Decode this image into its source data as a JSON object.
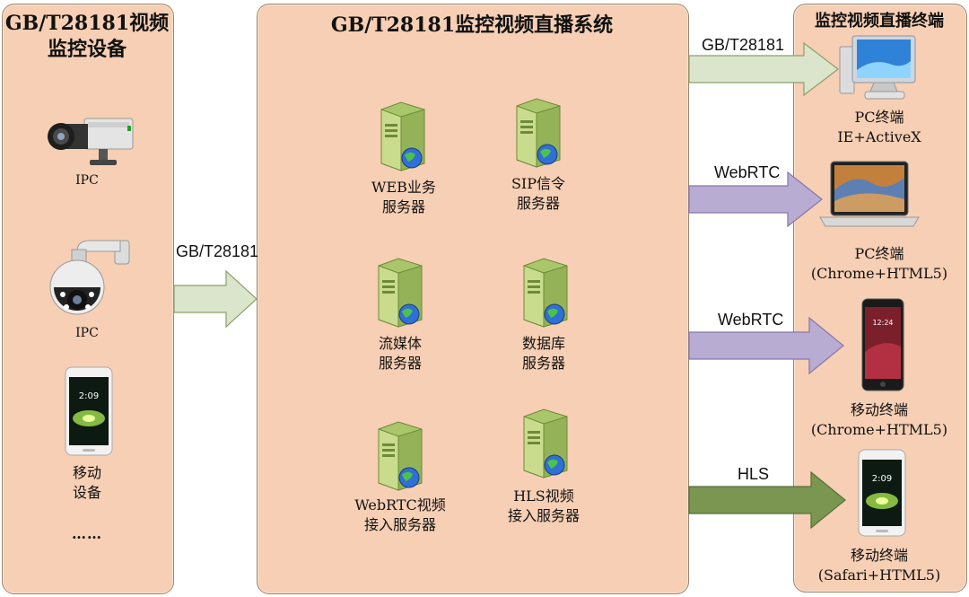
{
  "left_panel": {
    "title": "GB/T28181视频\n监控设备",
    "devices": [
      {
        "label": "IPC",
        "icon": "box-camera-icon"
      },
      {
        "label": "IPC",
        "icon": "dome-camera-icon"
      },
      {
        "label": "移动\n设备",
        "icon": "smartphone-icon"
      },
      {
        "label": "……",
        "icon": ""
      }
    ]
  },
  "center_panel": {
    "title": "GB/T28181监控视频直播系统",
    "servers": [
      {
        "label": "WEB业务\n服务器"
      },
      {
        "label": "SIP信令\n服务器"
      },
      {
        "label": "流媒体\n服务器"
      },
      {
        "label": "数据库\n服务器"
      },
      {
        "label": "WebRTC视频\n接入服务器"
      },
      {
        "label": "HLS视频\n接入服务器"
      }
    ]
  },
  "right_panel": {
    "title": "监控视频直播终端",
    "terminals": [
      {
        "label": "PC终端\nIE+ActiveX",
        "icon": "desktop-monitor-icon"
      },
      {
        "label": "PC终端\n(Chrome+HTML5)",
        "icon": "laptop-icon"
      },
      {
        "label": "移动终端\n(Chrome+HTML5)",
        "icon": "smartphone-icon"
      },
      {
        "label": "移动终端\n(Safari+HTML5)",
        "icon": "smartphone-icon"
      }
    ]
  },
  "links": {
    "input": "GB/T28181",
    "outputs": [
      "GB/T28181",
      "WebRTC",
      "WebRTC",
      "HLS"
    ]
  },
  "colors": {
    "panel_fill": "#f6cfb4",
    "arrow_green_light": "#dbe5cc",
    "arrow_purple": "#b9acd2",
    "arrow_green_dark": "#7b9650",
    "server_green": "#c9dc8e"
  }
}
